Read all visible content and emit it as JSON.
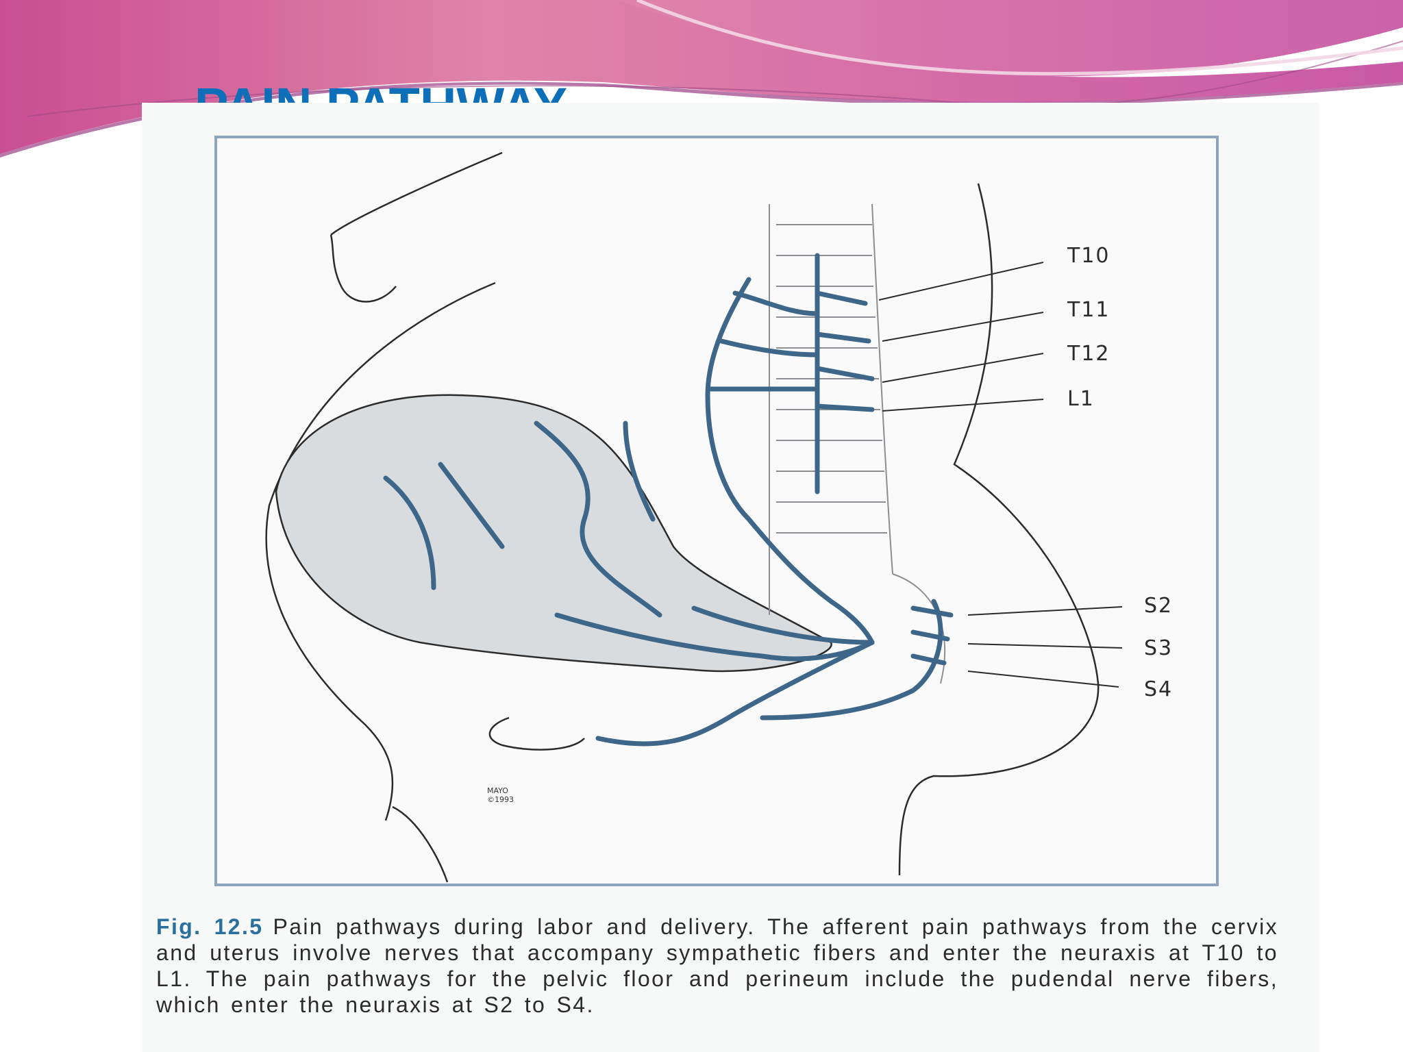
{
  "slide": {
    "title": "PAIN PATHWAY"
  },
  "figure": {
    "caption_label": "Fig. 12.5",
    "caption_text": "Pain pathways during labor and delivery. The afferent pain pathways from the cervix and uterus involve nerves that accompany sympathetic fibers and enter the neuraxis at T10 to L1. The pain pathways for the pelvic floor and perineum include the pudendal nerve fibers, which enter the neuraxis at S2 to S4.",
    "labels": {
      "t10": "T10",
      "t11": "T11",
      "t12": "T12",
      "l1": "L1",
      "s2": "S2",
      "s3": "S3",
      "s4": "S4"
    },
    "credit": {
      "line1": "MAYO",
      "line2": "©1993"
    }
  },
  "colors": {
    "title": "#0c6fb7",
    "nerve": "#3d6688",
    "banner_pink": "#d9669e",
    "caption_label": "#2a6f9e"
  }
}
